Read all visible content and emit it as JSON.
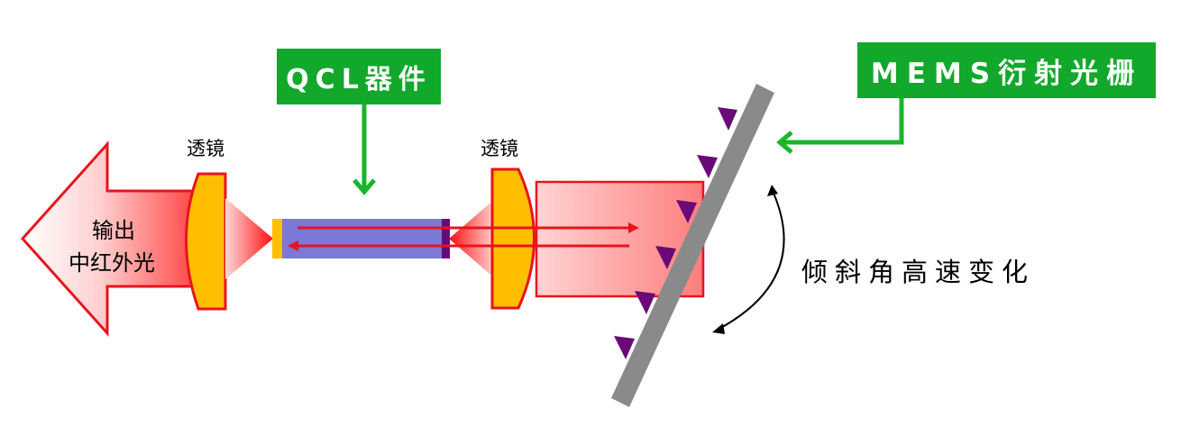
{
  "labels": {
    "qcl_device": "QCL器件",
    "mems_grating": "MEMS衍射光栅",
    "lens_left": "透镜",
    "lens_right": "透镜",
    "output_line1": "输出",
    "output_line2": "中红外光",
    "tilt_change": "倾斜角高速变化"
  },
  "colors": {
    "label_box_green": "#11a82b",
    "lens_orange": "#ffbf00",
    "lens_outline_red": "#e8141c",
    "qcl_body": "#7b78d6",
    "grating_gray": "#8a8a8a",
    "grating_teeth_purple": "#6a0a78",
    "beam_red": "#e8141c",
    "pointer_green": "#19b52b"
  }
}
